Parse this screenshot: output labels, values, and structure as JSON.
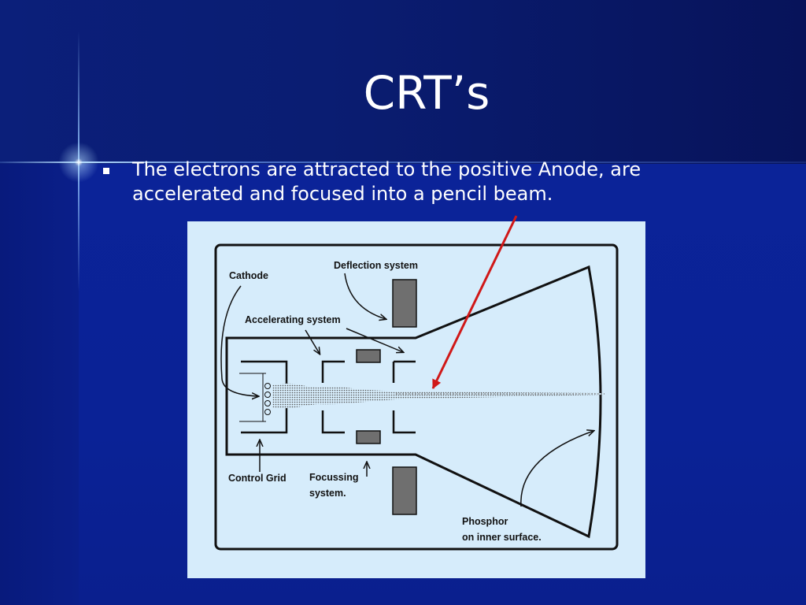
{
  "slide": {
    "title": "CRT’s",
    "bullet_text": "The electrons are attracted to the positive Anode, are accelerated and focused into a pencil beam."
  },
  "diagram": {
    "labels": {
      "cathode": "Cathode",
      "deflection": "Deflection system",
      "accelerating": "Accelerating system",
      "control_grid": "Control Grid",
      "focussing_1": "Focussing",
      "focussing_2": "system.",
      "phosphor_1": "Phosphor",
      "phosphor_2": "on inner surface."
    },
    "colors": {
      "background": "#d6ecfb",
      "outline": "#111111",
      "plate_fill": "#6f6f6f",
      "pointer_arrow": "#d01818"
    }
  }
}
